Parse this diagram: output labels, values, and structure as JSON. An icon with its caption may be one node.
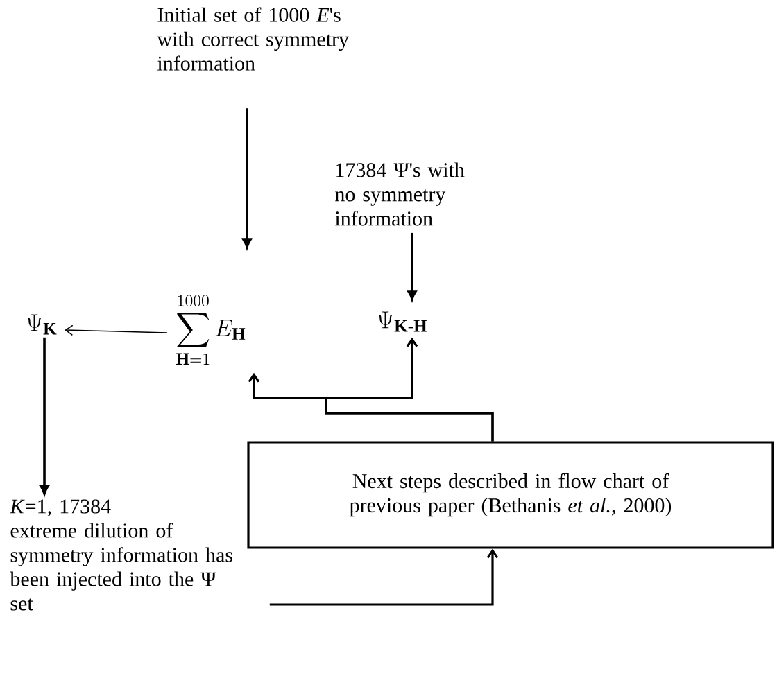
{
  "diagram": {
    "nodes": [
      {
        "text": [
          "Initial set of 1000 *E*'s with correct symmetry information"
        ]
      },
      {
        "text": [
          "17384 Ψ's with no symmetry information"
        ]
      },
      {
        "text": [
          "\\Psi_{\\mathbf{K}}"
        ]
      },
      {
        "text": [
          "\\sum_{\\mathbf{H}=1}^{1000} E_{\\mathbf{H}}"
        ]
      },
      {
        "text": [
          "\\Psi_{\\mathbf{K\\text{-}H}}"
        ]
      },
      {
        "text": [
          "Next steps described in flow chart of previous paper (Bethanis *et al.*, 2000)"
        ]
      },
      {
        "text": [
          "*K*=1, 17384",
          "extreme dilution of symmetry information has been injected into the Ψ set"
        ]
      }
    ],
    "edges": [
      {
        "from": 0,
        "to": 3,
        "arrow": "to"
      },
      {
        "from": 1,
        "to": 4,
        "arrow": "to"
      },
      {
        "from": 3,
        "to": 2,
        "arrow": "to"
      },
      {
        "from": 2,
        "to": 6,
        "arrow": "to"
      },
      {
        "from": 5,
        "to": 3,
        "arrow": "to"
      },
      {
        "from": 5,
        "to": 4,
        "arrow": "to"
      },
      {
        "from": 6,
        "to": 5,
        "arrow": "to"
      }
    ]
  }
}
